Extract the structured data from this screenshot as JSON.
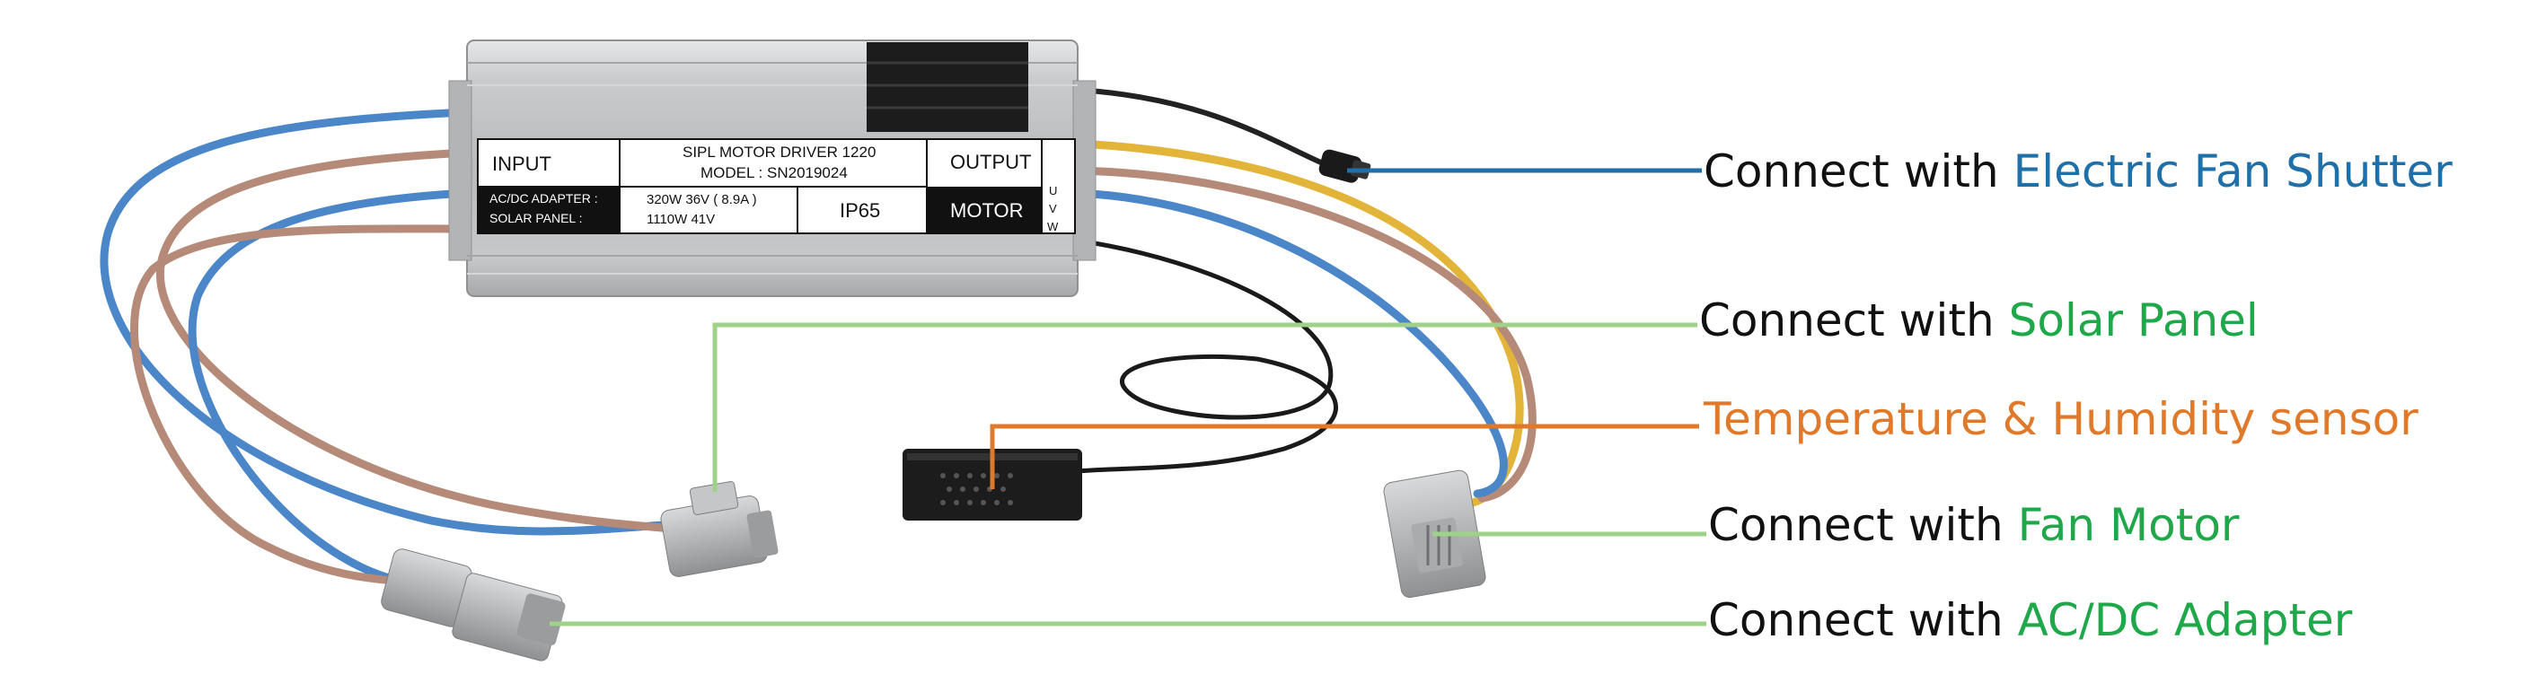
{
  "device": {
    "input_label": "INPUT",
    "product_name": "SIPL MOTOR DRIVER 1220",
    "model": "MODEL :  SN2019024",
    "output_label": "OUTPUT",
    "acdc_label": "AC/DC ADAPTER :",
    "solar_label": "SOLAR PANEL :",
    "acdc_rating": "320W 36V ( 8.9A )",
    "solar_rating": "1110W 41V",
    "ip_rating": "IP65",
    "motor_label": "MOTOR",
    "uvw": [
      "U",
      "V",
      "W"
    ]
  },
  "callouts": [
    {
      "lead": "Connect with ",
      "highlight": "Electric Fan Shutter",
      "color": "#1f6fa8"
    },
    {
      "lead": "Connect with ",
      "highlight": "Solar Panel",
      "color": "#1fa84a"
    },
    {
      "lead": "",
      "highlight": "Temperature & Humidity sensor",
      "color": "#e07a2a"
    },
    {
      "lead": "Connect with ",
      "highlight": "Fan Motor",
      "color": "#1fa84a"
    },
    {
      "lead": "Connect with ",
      "highlight": "AC/DC Adapter",
      "color": "#1fa84a"
    }
  ],
  "colors": {
    "blue_wire": "#4a86c8",
    "brown_wire": "#b58a78",
    "yellow_wire": "#e2b43a",
    "green_line": "#9fd18a",
    "blue_line": "#1f6fa8",
    "orange_line": "#e07a2a",
    "housing": "#c7c9cb"
  }
}
